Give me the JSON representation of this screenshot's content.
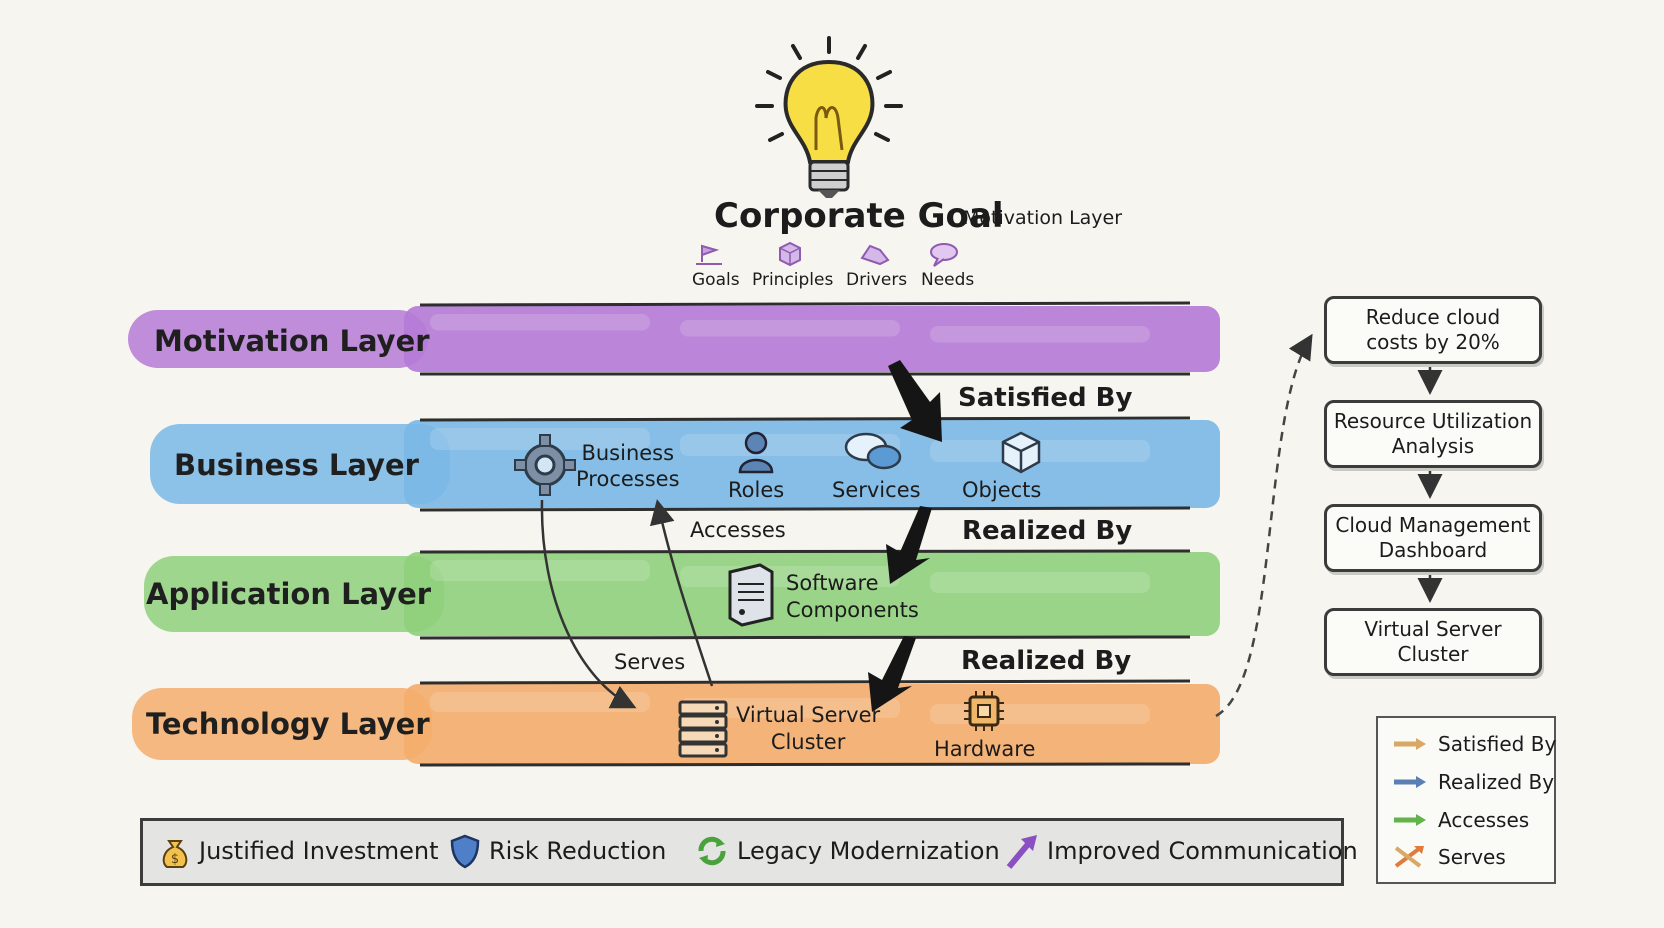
{
  "header": {
    "title": "Corporate Goal",
    "subtitle": "Motivation Layer",
    "concepts": [
      {
        "label": "Goals",
        "icon": "flag-icon"
      },
      {
        "label": "Principles",
        "icon": "cube-icon"
      },
      {
        "label": "Drivers",
        "icon": "handshake-icon"
      },
      {
        "label": "Needs",
        "icon": "speech-bubble-icon"
      }
    ]
  },
  "layers": [
    {
      "name": "Motivation Layer",
      "color": "#b57ad6"
    },
    {
      "name": "Business Layer",
      "color": "#7ab8e6"
    },
    {
      "name": "Application Layer",
      "color": "#8fd07c"
    },
    {
      "name": "Technology Layer",
      "color": "#f4ad6c"
    }
  ],
  "business_items": [
    {
      "label": "Business\nProcesses",
      "icon": "gear-icon"
    },
    {
      "label": "Roles",
      "icon": "person-icon"
    },
    {
      "label": "Services",
      "icon": "chat-bubbles-icon"
    },
    {
      "label": "Objects",
      "icon": "cube-icon"
    }
  ],
  "application_items": [
    {
      "label": "Software\nComponents",
      "icon": "server-tower-icon"
    }
  ],
  "technology_items": [
    {
      "label": "Virtual Server\nCluster",
      "icon": "server-rack-icon"
    },
    {
      "label": "Hardware",
      "icon": "chip-icon"
    }
  ],
  "relations": {
    "satisfied_by": "Satisfied By",
    "realized_by_1": "Realized By",
    "realized_by_2": "Realized By",
    "accesses": "Accesses",
    "serves": "Serves"
  },
  "flow": [
    "Reduce cloud\ncosts by 20%",
    "Resource Utilization\nAnalysis",
    "Cloud Management\nDashboard",
    "Virtual Server\nCluster"
  ],
  "benefits": [
    {
      "label": "Justified Investment",
      "icon": "money-bag-icon"
    },
    {
      "label": "Risk Reduction",
      "icon": "shield-icon"
    },
    {
      "label": "Legacy Modernization",
      "icon": "cycle-arrows-icon"
    },
    {
      "label": "Improved Communication",
      "icon": "arrow-up-right-icon"
    }
  ],
  "legend": [
    {
      "label": "Satisfied By",
      "color": "#d9a866"
    },
    {
      "label": "Realized By",
      "color": "#5a7fb5"
    },
    {
      "label": "Accesses",
      "color": "#62b34a"
    },
    {
      "label": "Serves",
      "color": "#e07b3c"
    }
  ]
}
